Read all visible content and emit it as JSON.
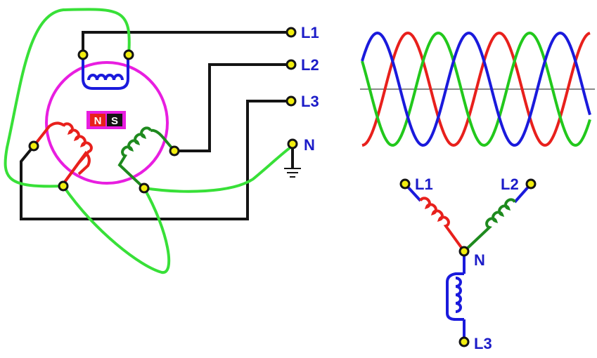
{
  "colors": {
    "phase1": "#e8201c",
    "phase2": "#22c81c",
    "phase3": "#1a1adc",
    "neutral_wire": "#38e038",
    "rotor_ring": "#e81ee0",
    "wire": "#141414",
    "terminal": "#f2ee0e",
    "label": "#1c1cc8"
  },
  "labels": {
    "L1": "L1",
    "L2": "L2",
    "L3": "L3",
    "N": "N"
  },
  "magnet": {
    "north": "N",
    "south": "S"
  },
  "star": {
    "L1": "L1",
    "L2": "L2",
    "L3": "L3",
    "N": "N"
  },
  "waveform": {
    "phases": [
      "phase1",
      "phase2",
      "phase3"
    ],
    "cycles_visible": 2.5
  }
}
